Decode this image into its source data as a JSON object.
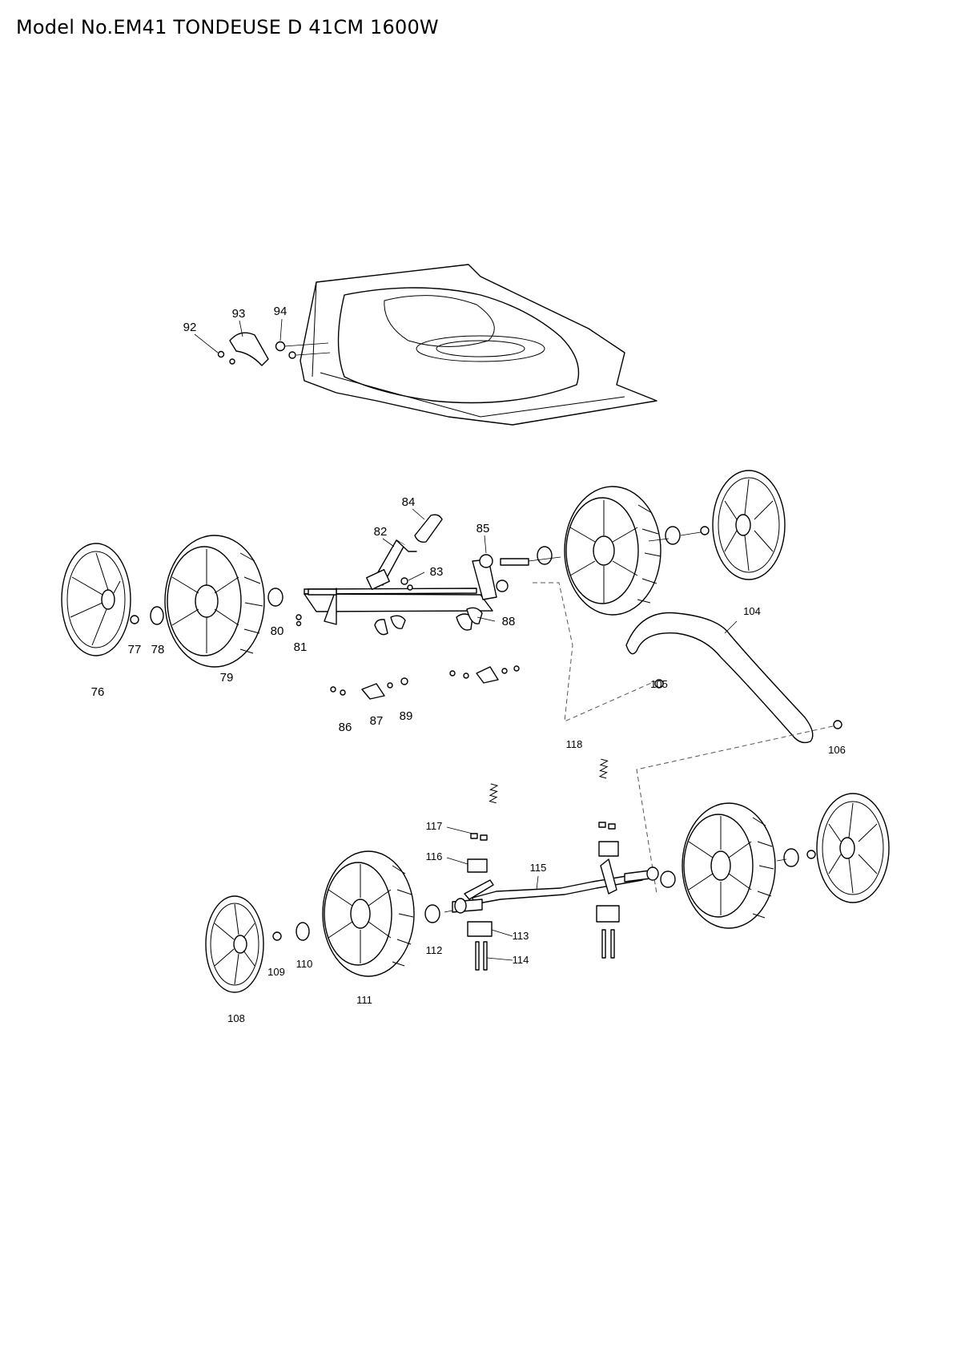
{
  "header": {
    "title": "Model No.EM41 TONDEUSE D 41CM 1600W"
  },
  "callouts": [
    {
      "id": "c92",
      "label": "92"
    },
    {
      "id": "c93",
      "label": "93"
    },
    {
      "id": "c94",
      "label": "94"
    },
    {
      "id": "c84",
      "label": "84"
    },
    {
      "id": "c82",
      "label": "82"
    },
    {
      "id": "c85",
      "label": "85"
    },
    {
      "id": "c83",
      "label": "83"
    },
    {
      "id": "c88",
      "label": "88"
    },
    {
      "id": "c76",
      "label": "76"
    },
    {
      "id": "c77",
      "label": "77"
    },
    {
      "id": "c78",
      "label": "78"
    },
    {
      "id": "c79",
      "label": "79"
    },
    {
      "id": "c80",
      "label": "80"
    },
    {
      "id": "c81",
      "label": "81"
    },
    {
      "id": "c86",
      "label": "86"
    },
    {
      "id": "c87",
      "label": "87"
    },
    {
      "id": "c89",
      "label": "89"
    },
    {
      "id": "c104",
      "label": "104"
    },
    {
      "id": "c105",
      "label": "105"
    },
    {
      "id": "c106",
      "label": "106"
    },
    {
      "id": "c118",
      "label": "118"
    },
    {
      "id": "c117",
      "label": "117"
    },
    {
      "id": "c116",
      "label": "116"
    },
    {
      "id": "c115",
      "label": "115"
    },
    {
      "id": "c113",
      "label": "113"
    },
    {
      "id": "c114",
      "label": "114"
    },
    {
      "id": "c112",
      "label": "112"
    },
    {
      "id": "c111",
      "label": "111"
    },
    {
      "id": "c110",
      "label": "110"
    },
    {
      "id": "c109",
      "label": "109"
    },
    {
      "id": "c108",
      "label": "108"
    }
  ]
}
